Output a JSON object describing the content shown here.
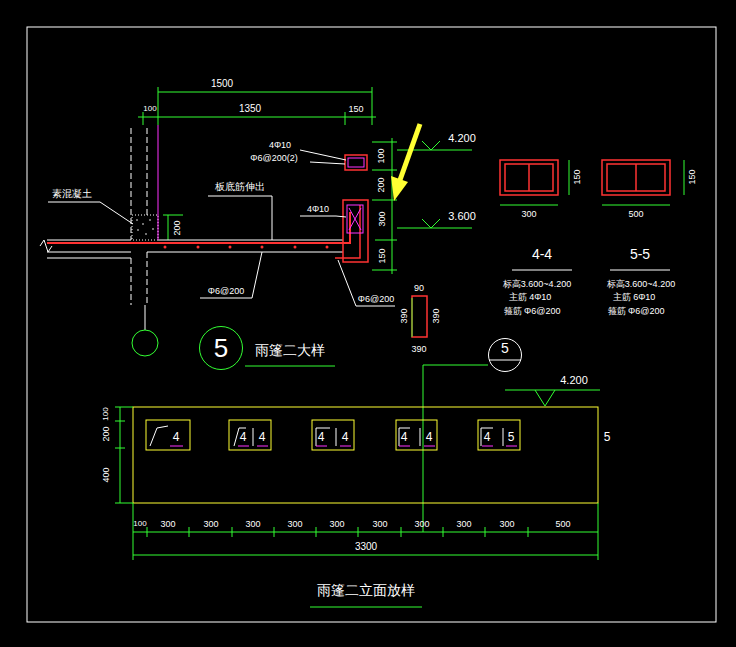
{
  "diagram": {
    "nodes": [
      {
        "text": [
          "5"
        ]
      },
      {
        "text": [
          "5"
        ]
      }
    ],
    "labels": [
      "1500",
      "100",
      "1350",
      "150",
      "4Φ10",
      "Φ6@200(2)",
      "100",
      "200",
      "300",
      "150",
      "4.200",
      "3.600",
      "素混凝土",
      "板底筋伸出",
      "4Φ10",
      "200",
      "Φ6@200",
      "Φ6@200",
      "90",
      "390",
      "390",
      "390",
      "150",
      "300",
      "4-4",
      "标高3.600~4.200",
      "主筋 4Φ10",
      "箍筋 Φ6@200",
      "150",
      "500",
      "5-5",
      "标高3.600~4.200",
      "主筋 6Φ10",
      "箍筋 Φ6@200",
      "雨篷二大样",
      "4.200",
      "100",
      "200",
      "400",
      "4",
      "4",
      "4",
      "4",
      "4",
      "4",
      "4",
      "4",
      "5",
      "5",
      "100",
      "300",
      "300",
      "300",
      "300",
      "300",
      "300",
      "300",
      "300",
      "300",
      "500",
      "3300",
      "雨篷二立面放样"
    ]
  }
}
